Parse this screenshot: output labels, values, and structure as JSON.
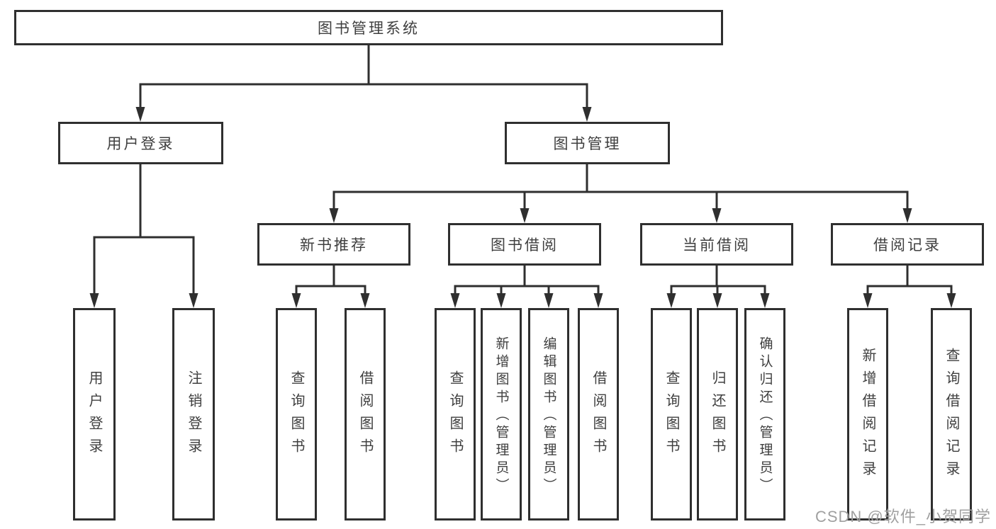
{
  "tree": {
    "root": {
      "label": "图书管理系统"
    },
    "branches": [
      {
        "label": "用户登录",
        "leaves": [
          "用户登录",
          "注销登录"
        ]
      },
      {
        "label": "图书管理",
        "sections": [
          {
            "label": "新书推荐",
            "leaves": [
              "查询图书",
              "借阅图书"
            ]
          },
          {
            "label": "图书借阅",
            "leaves": [
              "查询图书",
              "新增图书（管理员）",
              "编辑图书（管理员）",
              "借阅图书"
            ]
          },
          {
            "label": "当前借阅",
            "leaves": [
              "查询图书",
              "归还图书",
              "确认归还（管理员）"
            ]
          },
          {
            "label": "借阅记录",
            "leaves": [
              "新增借阅记录",
              "查询借阅记录"
            ]
          }
        ]
      }
    ]
  },
  "watermark": "CSDN @软件_小贺同学",
  "colors": {
    "line": "#2f2f2f",
    "box_border": "#2f2f2f",
    "box_fill": "#ffffff",
    "text": "#3f3f3f",
    "watermark": "#a0a0a0",
    "background": "#ffffff"
  }
}
